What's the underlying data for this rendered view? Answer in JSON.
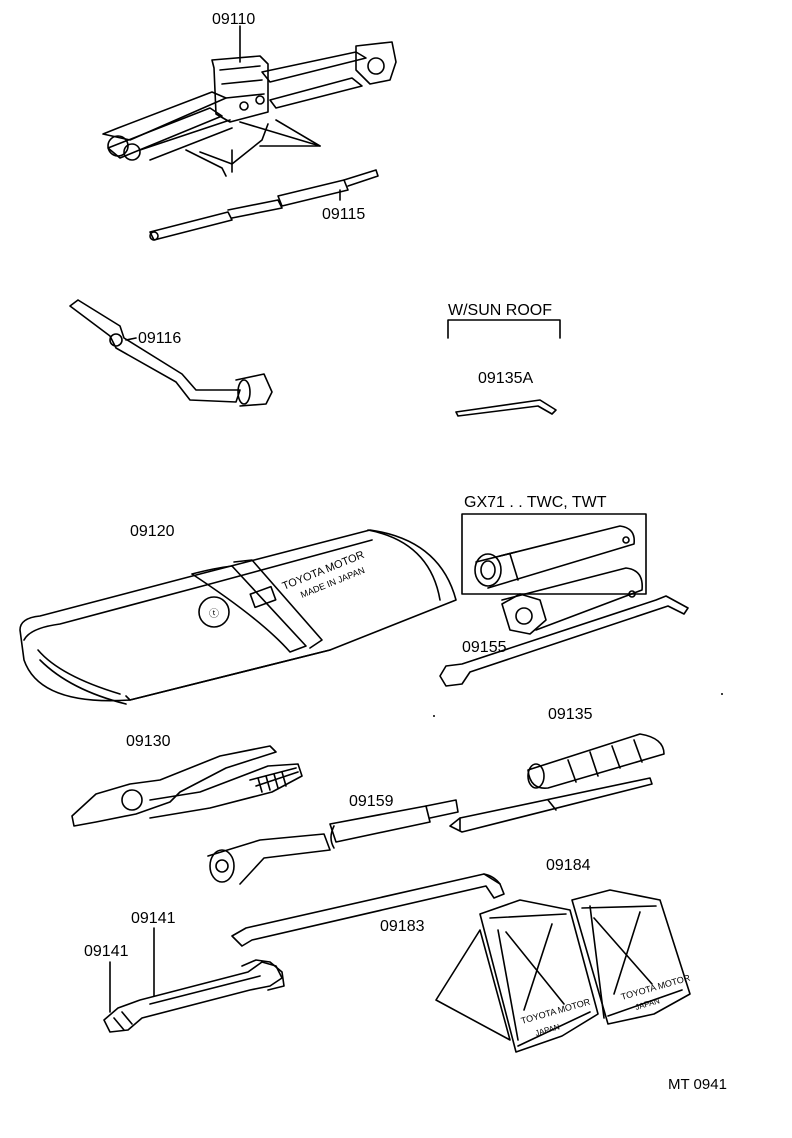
{
  "labels": {
    "jack": "09110",
    "jack_handle": "09115",
    "wheel_wrench": "09116",
    "sunroof_note": "W/SUN ROOF",
    "sunroof_tool": "09135A",
    "tool_bag": "09120",
    "gx71_note": "GX71 . . TWC, TWT",
    "spark_plug_wrench": "09155",
    "pliers": "09130",
    "screwdriver": "09135",
    "socket_wrench": "09159",
    "wrench_a": "09141",
    "wrench_b": "09141",
    "pry_bar": "09183",
    "wheel_chocks": "09184",
    "ref_code": "MT 0941"
  },
  "bag_text": {
    "line1": "TOYOTA MOTOR",
    "line2": "MADE IN JAPAN"
  },
  "chock_text": {
    "line1": "TOYOTA MOTOR",
    "line2": "JAPAN"
  }
}
